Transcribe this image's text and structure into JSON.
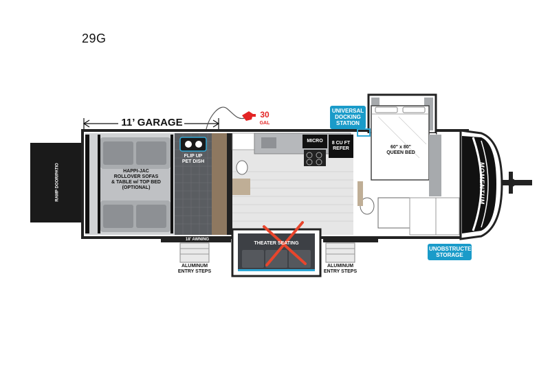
{
  "model": "29G",
  "garage": {
    "label": "11’ GARAGE"
  },
  "fuel": {
    "amount": "30",
    "unit": "GAL",
    "color": "#e32424",
    "icon": "fuel-pump-icon"
  },
  "badges": {
    "docking": "UNIVERSAL\nDOCKING\nSTATION",
    "storage": "UNOBSTRUCTED\nSTORAGE",
    "color": "#1a9bc9"
  },
  "labels": {
    "ramp_door": "RAMP DOOR/PATIO",
    "sofas": "HAPPI-JAC\nROLLOVER SOFAS\n& TABLE w/ TOP BED\n(OPTIONAL)",
    "pet_dish": "FLIP UP\nPET DISH",
    "micro": "MICRO",
    "refer": "8 CU FT\nREFER",
    "bed": "60\" x 80\"\nQUEEN BED",
    "awning": "18' AWNING",
    "theater": "THEATER SEATING",
    "steps_left": "ALUMINUM\nENTRY STEPS",
    "steps_right": "ALUMINUM\nENTRY STEPS",
    "brand": "MOMENTUM"
  }
}
